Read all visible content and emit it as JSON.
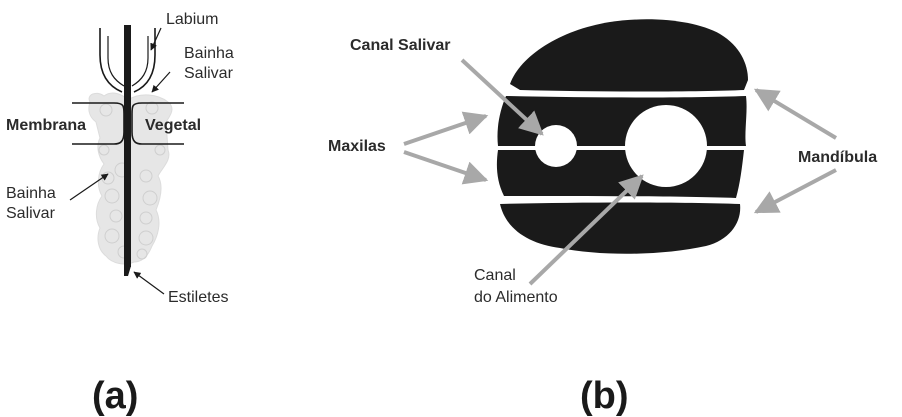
{
  "panel_a": {
    "labels": {
      "labium": "Labium",
      "bainha_top_1": "Bainha",
      "bainha_top_2": "Salivar",
      "membrana": "Membrana",
      "vegetal": "Vegetal",
      "bainha_left_1": "Bainha",
      "bainha_left_2": "Salivar",
      "estiletes": "Estiletes"
    },
    "caption": "(a)"
  },
  "panel_b": {
    "labels": {
      "canal_salivar": "Canal Salivar",
      "maxilas": "Maxilas",
      "mandibula": "Mandíbula",
      "canal_alimento_1": "Canal",
      "canal_alimento_2": "do Alimento"
    },
    "caption": "(b)"
  },
  "colors": {
    "ink": "#1a1a1a",
    "arrow": "#a8a8a8",
    "sheath": "#e6e6e6"
  }
}
